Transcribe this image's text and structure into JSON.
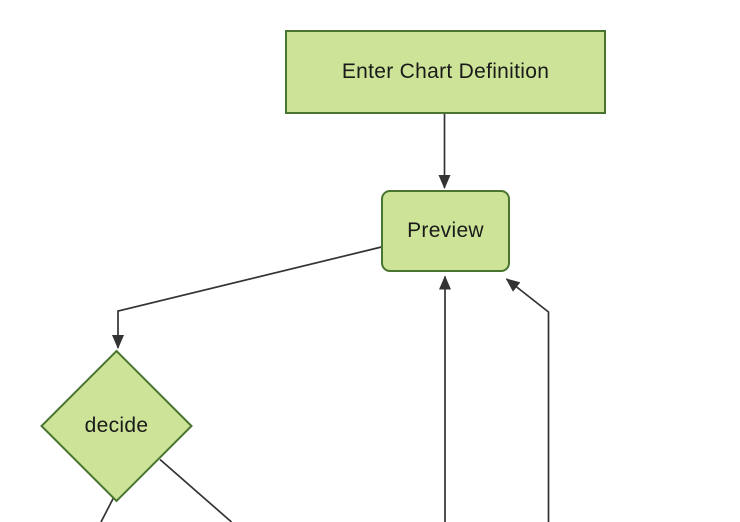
{
  "diagram": {
    "type": "flowchart",
    "colors": {
      "background": "#ffffff",
      "node_fill": "#cde498",
      "node_border": "#48752f",
      "edge": "#333333",
      "text": "#1a1a1a"
    },
    "nodes": [
      {
        "id": "enter",
        "shape": "rectangle",
        "label": "Enter Chart Definition"
      },
      {
        "id": "preview",
        "shape": "rounded-rectangle",
        "label": "Preview"
      },
      {
        "id": "decide",
        "shape": "diamond",
        "label": "decide"
      }
    ],
    "edges": [
      {
        "from": "enter",
        "to": "preview",
        "arrow": true
      },
      {
        "from": "preview",
        "to": "decide",
        "arrow": true
      },
      {
        "from": "offscreen-bottom",
        "to": "preview",
        "arrow": true
      },
      {
        "from": "offscreen-bottom-right",
        "to": "preview",
        "arrow": true
      },
      {
        "from": "decide",
        "to": "offscreen-bottom-left",
        "arrow": false
      },
      {
        "from": "decide",
        "to": "offscreen-bottom-right",
        "arrow": false
      }
    ]
  }
}
